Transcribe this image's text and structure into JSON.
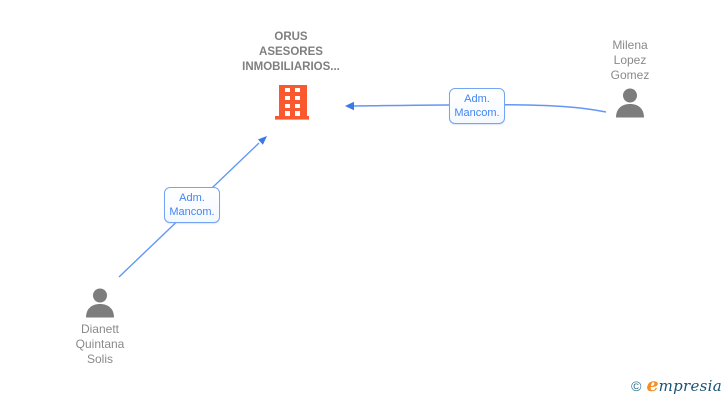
{
  "page": {
    "background": "#ffffff"
  },
  "graph": {
    "company": {
      "name": "ORUS\nASESORES\nINMOBILIARIOS...",
      "icon": "building-icon",
      "icon_color": "#FA582F"
    },
    "people": [
      {
        "name": "Milena\nLopez\nGomez",
        "icon": "person-icon"
      },
      {
        "name": "Dianett\nQuintana\nSolis",
        "icon": "person-icon"
      }
    ],
    "edges": [
      {
        "label": "Adm.\nMancom.",
        "from": "Milena Lopez Gomez",
        "to": "ORUS ASESORES INMOBILIARIOS..."
      },
      {
        "label": "Adm.\nMancom.",
        "from": "Dianett Quintana Solis",
        "to": "ORUS ASESORES INMOBILIARIOS..."
      }
    ],
    "colors": {
      "edge_line": "#6396F5",
      "edge_arrow": "#3B78E8",
      "label_text": "#4285F4",
      "label_border": "#74A4F4",
      "person_icon": "#7D7D7D",
      "name_text": "#8A8A8A",
      "company_text": "#7F7F7F",
      "building": "#FA582F"
    }
  },
  "footer": {
    "copyright": "©",
    "brand_initial": "e",
    "brand_rest": "mpresia"
  }
}
